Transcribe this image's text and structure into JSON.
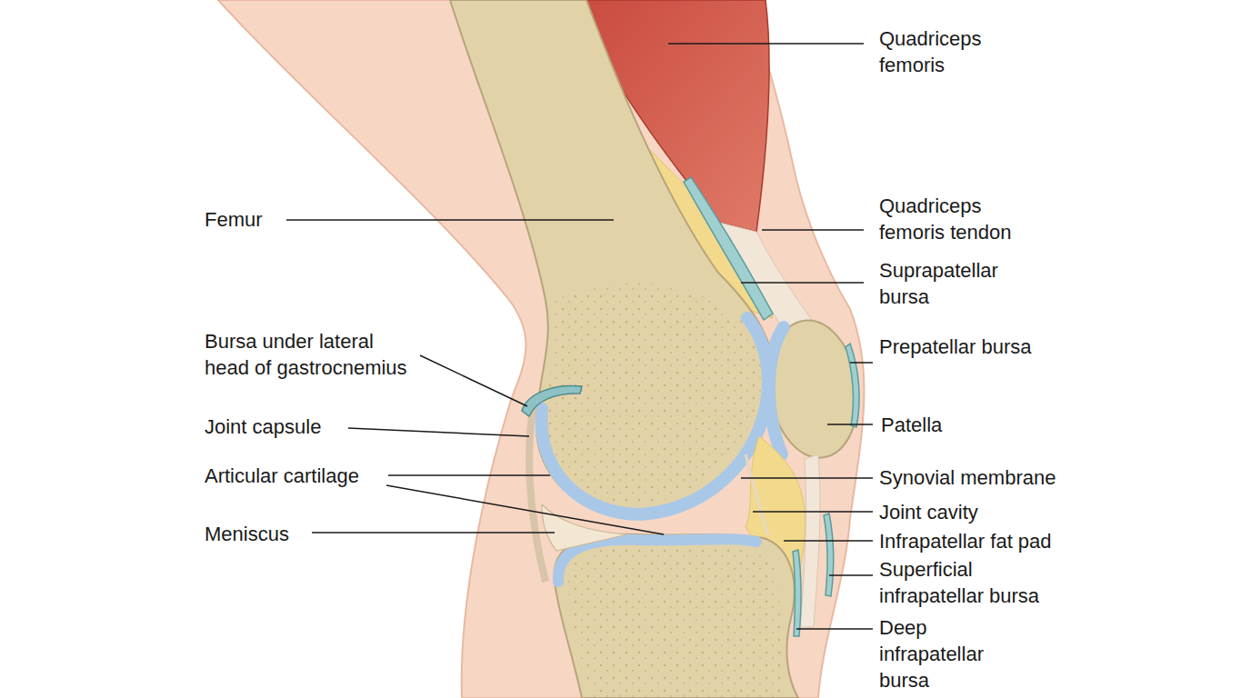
{
  "diagram": {
    "labels": [
      "Quadriceps femoris",
      "Femur",
      "Quadriceps femoris tendon",
      "Suprapatellar bursa",
      "Bursa under lateral head of gastrocnemius",
      "Prepatellar bursa",
      "Patella",
      "Joint capsule",
      "Articular cartilage",
      "Synovial membrane",
      "Joint cavity",
      "Meniscus",
      "Infrapatellar fat pad",
      "Superficial infrapatellar bursa",
      "Deep infrapatellar bursa"
    ]
  }
}
